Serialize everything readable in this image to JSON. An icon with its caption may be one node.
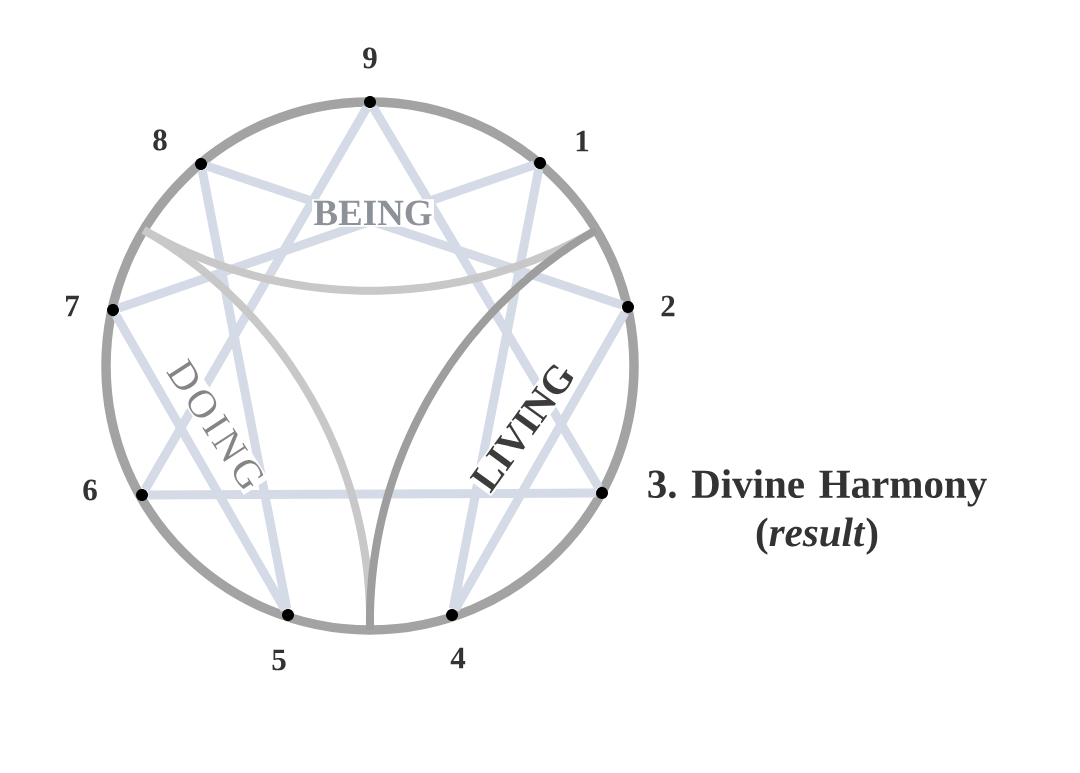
{
  "diagram": {
    "nodes": [
      {
        "text": [],
        "shape": "circle",
        "beside": [
          "9"
        ]
      },
      {
        "text": [],
        "shape": "circle",
        "beside": [
          "1"
        ]
      },
      {
        "text": [],
        "shape": "circle",
        "beside": [
          "2"
        ]
      },
      {
        "text": [],
        "shape": "circle",
        "beside": [
          "3. Divine Harmony (*result*)"
        ]
      },
      {
        "text": [],
        "shape": "circle",
        "beside": [
          "4"
        ]
      },
      {
        "text": [],
        "shape": "circle",
        "beside": [
          "5"
        ]
      },
      {
        "text": [],
        "shape": "circle",
        "beside": [
          "6"
        ]
      },
      {
        "text": [],
        "shape": "circle",
        "beside": [
          "7"
        ]
      },
      {
        "text": [],
        "shape": "circle",
        "beside": [
          "8"
        ]
      }
    ],
    "edges": [
      {
        "from": 0,
        "to": 3,
        "arrow": "none"
      },
      {
        "from": 3,
        "to": 6,
        "arrow": "none"
      },
      {
        "from": 6,
        "to": 0,
        "arrow": "none"
      },
      {
        "from": 1,
        "to": 4,
        "arrow": "none"
      },
      {
        "from": 4,
        "to": 2,
        "arrow": "none"
      },
      {
        "from": 2,
        "to": 8,
        "arrow": "none"
      },
      {
        "from": 8,
        "to": 5,
        "arrow": "none"
      },
      {
        "from": 5,
        "to": 7,
        "arrow": "none"
      },
      {
        "from": 7,
        "to": 1,
        "arrow": "none"
      }
    ],
    "labels": [
      "BEING",
      "DOING",
      "LIVING"
    ]
  }
}
